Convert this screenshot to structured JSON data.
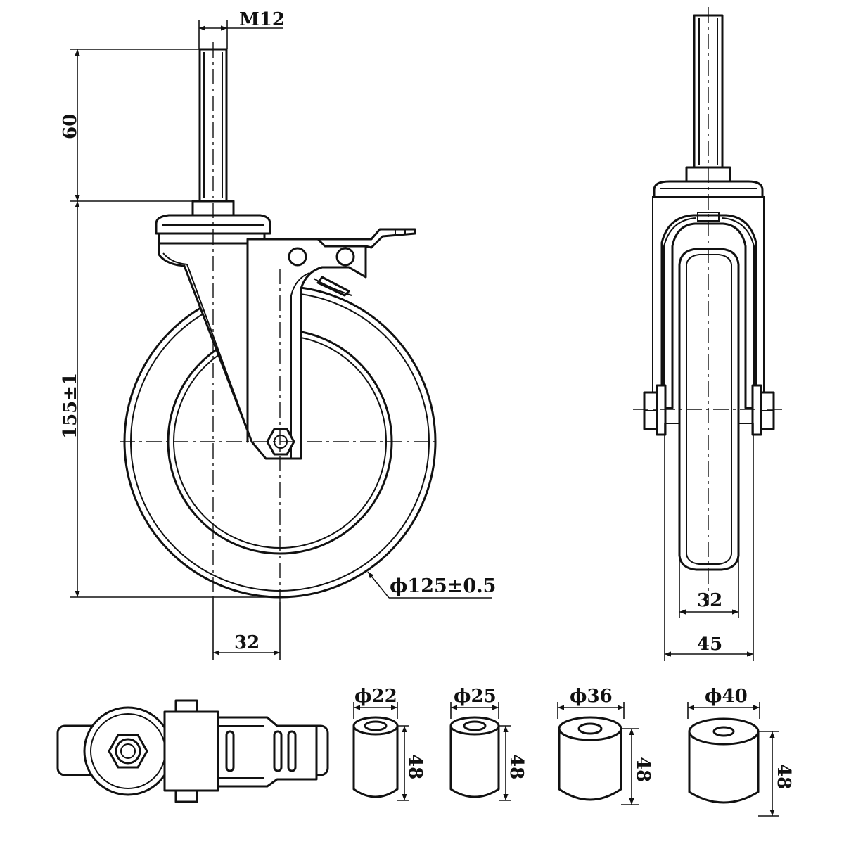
{
  "drawing": {
    "thread_label": "M12",
    "stem_length": "60",
    "total_height": "155±1",
    "wheel_diameter": "ϕ125±0.5",
    "offset_dim": "32",
    "wheel_width": "32",
    "frame_width": "45"
  },
  "spacers": [
    {
      "diameter": "ϕ22",
      "height": "48"
    },
    {
      "diameter": "ϕ25",
      "height": "48"
    },
    {
      "diameter": "ϕ36",
      "height": "48"
    },
    {
      "diameter": "ϕ40",
      "height": "48"
    }
  ]
}
